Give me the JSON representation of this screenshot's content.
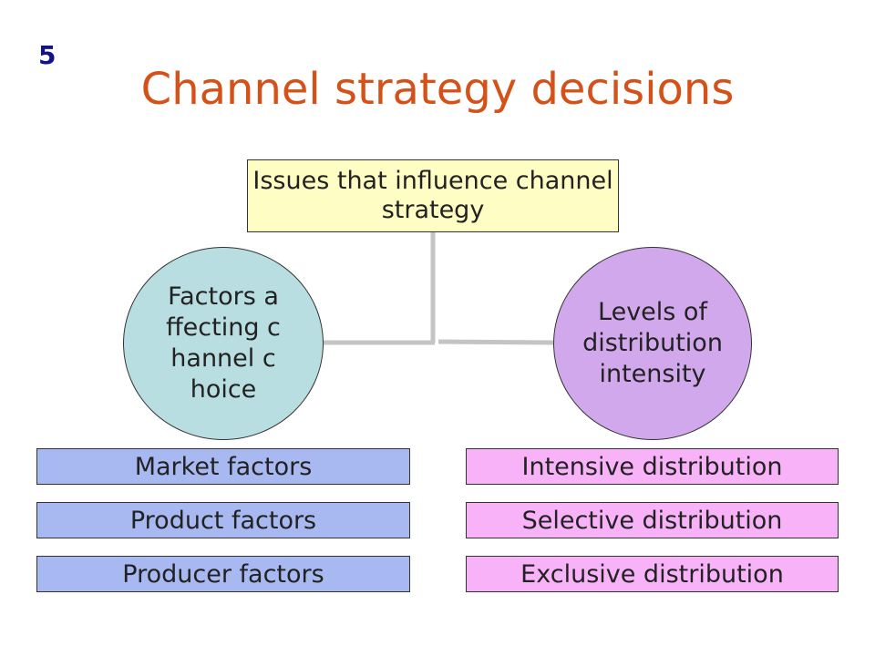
{
  "slide": {
    "number": "5",
    "title": "Channel strategy decisions"
  },
  "diagram": {
    "root": "Issues that influence channel strategy",
    "left_node": "Factors affecting channel choice",
    "right_node": "Levels of distribution intensity",
    "left_items": [
      "Market factors",
      "Product factors",
      "Producer factors"
    ],
    "right_items": [
      "Intensive distribution",
      "Selective distribution",
      "Exclusive distribution"
    ]
  },
  "colors": {
    "title": "#d4521a",
    "slide_number": "#12128a",
    "root_fill": "#fdfdc4",
    "left_circle_fill": "#b9dee2",
    "right_circle_fill": "#d2a8ed",
    "left_item_fill": "#a8b8f0",
    "right_item_fill": "#f8b2f8",
    "connector": "#c4c4c4"
  }
}
